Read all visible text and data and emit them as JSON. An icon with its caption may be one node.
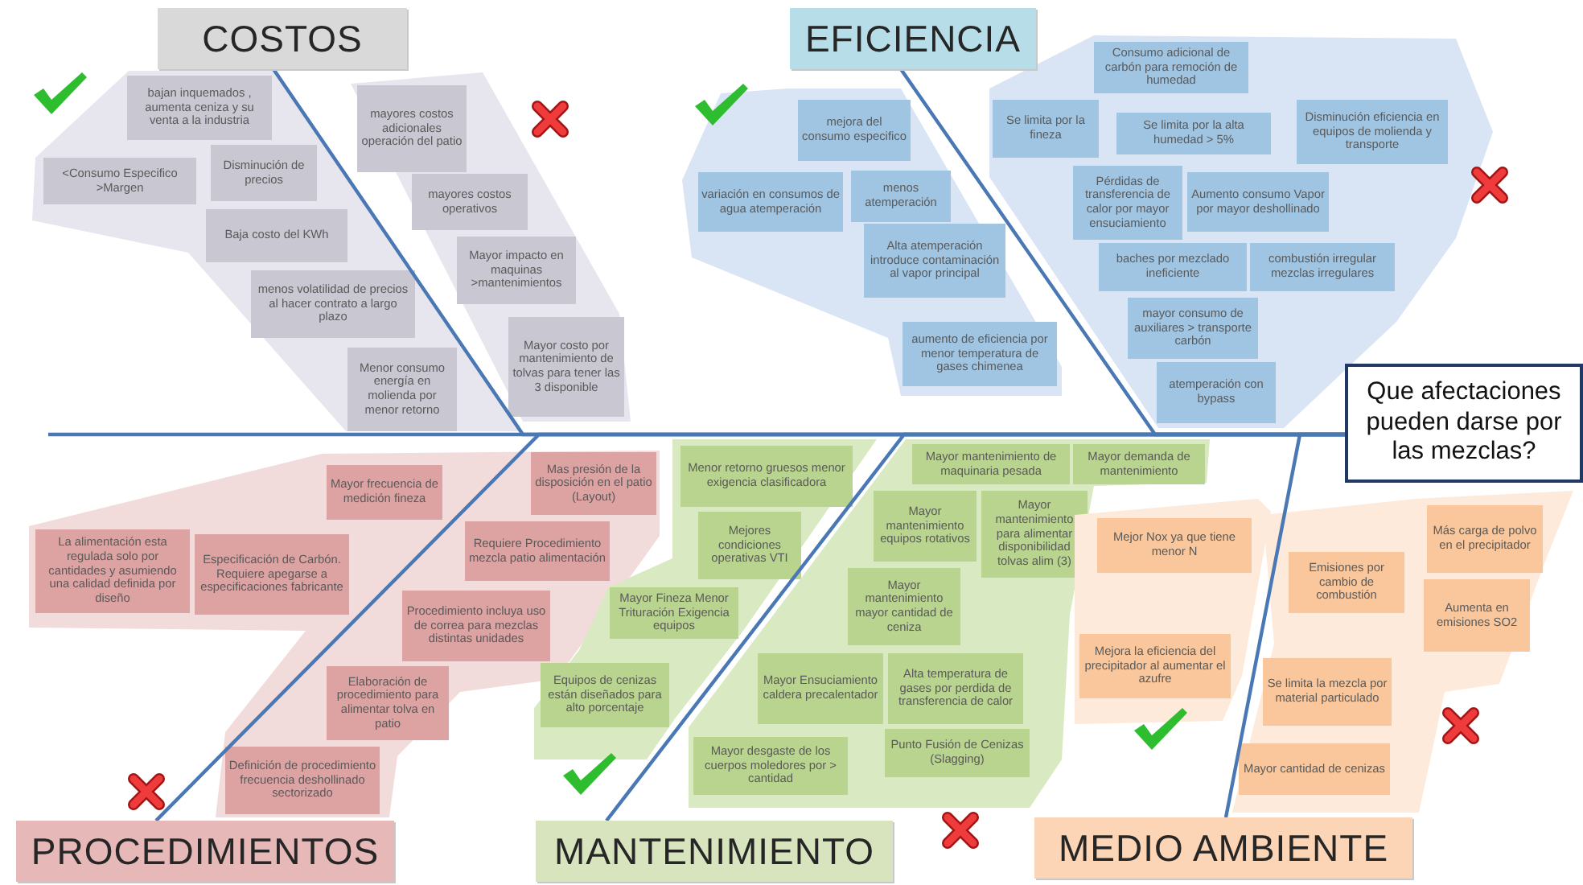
{
  "diagram": {
    "nodes": [
      {
        "text": [
          "COSTOS"
        ]
      },
      {
        "text": [
          "EFICIENCIA"
        ]
      },
      {
        "text": [
          "PROCEDIMIENTOS"
        ]
      },
      {
        "text": [
          "MANTENIMIENTO"
        ]
      },
      {
        "text": [
          "MEDIO AMBIENTE"
        ]
      },
      {
        "text": [
          "Que afectaciones pueden darse por las mezclas?"
        ]
      },
      {
        "text": [],
        "shape": "polygon"
      },
      {
        "text": [],
        "shape": "polygon"
      },
      {
        "text": [],
        "shape": "polygon"
      },
      {
        "text": [],
        "shape": "polygon"
      },
      {
        "text": [],
        "shape": "polygon"
      },
      {
        "text": [],
        "shape": "polygon"
      },
      {
        "text": [],
        "shape": "polygon"
      },
      {
        "text": [],
        "shape": "polygon"
      },
      {
        "text": [],
        "shape": "polygon"
      },
      {
        "text": [
          "bajan inquemados , aumenta ceniza y su venta a la industria"
        ],
        "in": 6
      },
      {
        "text": [
          "<Consumo Especifico >Margen"
        ],
        "in": 6
      },
      {
        "text": [
          "Disminución de precios"
        ],
        "in": 6
      },
      {
        "text": [
          "Baja costo del KWh"
        ],
        "in": 6
      },
      {
        "text": [
          "menos volatilidad de precios al hacer contrato a largo plazo"
        ],
        "in": 6
      },
      {
        "text": [
          "Menor consumo energía en molienda por menor retorno"
        ],
        "in": 6
      },
      {
        "text": [
          "mayores costos adicionales operación del patio"
        ],
        "in": 7
      },
      {
        "text": [
          "mayores costos operativos"
        ],
        "in": 7
      },
      {
        "text": [
          "Mayor impacto en maquinas >mantenimientos"
        ],
        "in": 7
      },
      {
        "text": [
          "Mayor costo por mantenimiento de tolvas para tener las 3 disponible"
        ],
        "in": 7
      },
      {
        "text": [
          "mejora del consumo especifico"
        ],
        "in": 8
      },
      {
        "text": [
          "variación en consumos de agua atemperación"
        ],
        "in": 8
      },
      {
        "text": [
          "menos atemperación"
        ],
        "in": 8
      },
      {
        "text": [
          "Alta atemperación introduce contaminación al vapor principal"
        ],
        "in": 8
      },
      {
        "text": [
          "aumento de eficiencia por menor temperatura de gases chimenea"
        ],
        "in": 8
      },
      {
        "text": [
          "Consumo adicional de carbón para remoción de humedad"
        ],
        "in": 9
      },
      {
        "text": [
          "Se limita por la fineza"
        ],
        "in": 9
      },
      {
        "text": [
          "Se limita por la alta humedad > 5%"
        ],
        "in": 9
      },
      {
        "text": [
          "Disminución eficiencia en equipos de molienda y transporte"
        ],
        "in": 9
      },
      {
        "text": [
          "Pérdidas de transferencia de calor por mayor ensuciamiento"
        ],
        "in": 9
      },
      {
        "text": [
          "Aumento consumo Vapor por mayor deshollinado"
        ],
        "in": 9
      },
      {
        "text": [
          "baches por mezclado ineficiente"
        ],
        "in": 9
      },
      {
        "text": [
          "combustión irregular mezclas irregulares"
        ],
        "in": 9
      },
      {
        "text": [
          "mayor consumo de auxiliares > transporte carbón"
        ],
        "in": 9
      },
      {
        "text": [
          "atemperación con bypass"
        ],
        "in": 9
      },
      {
        "text": [
          "Mayor frecuencia de medición fineza"
        ],
        "in": 10
      },
      {
        "text": [
          "La alimentación esta regulada solo por cantidades y asumiendo una calidad definida por diseño"
        ],
        "in": 10
      },
      {
        "text": [
          "Especificación de Carbón. Requiere apegarse a especificaciones fabricante"
        ],
        "in": 10
      },
      {
        "text": [
          "Mas presión de la disposición en el patio (Layout)"
        ],
        "in": 10
      },
      {
        "text": [
          "Requiere Procedimiento mezcla patio alimentación"
        ],
        "in": 10
      },
      {
        "text": [
          "Procedimiento incluya uso de correa para mezclas distintas unidades"
        ],
        "in": 10
      },
      {
        "text": [
          "Elaboración de procedimiento para alimentar tolva en patio"
        ],
        "in": 10
      },
      {
        "text": [
          "Definición de procedimiento frecuencia deshollinado sectorizado"
        ],
        "in": 10
      },
      {
        "text": [
          "Menor retorno gruesos menor exigencia clasificadora"
        ],
        "in": 11
      },
      {
        "text": [
          "Mejores condiciones operativas VTI"
        ],
        "in": 11
      },
      {
        "text": [
          "Mayor Fineza Menor Trituración Exigencia equipos"
        ],
        "in": 11
      },
      {
        "text": [
          "Equipos de cenizas están diseñados para alto porcentaje"
        ],
        "in": 11
      },
      {
        "text": [
          "Mayor mantenimiento de maquinaria pesada"
        ],
        "in": 12
      },
      {
        "text": [
          "Mayor demanda de mantenimiento"
        ],
        "in": 12
      },
      {
        "text": [
          "Mayor mantenimiento equipos rotativos"
        ],
        "in": 12
      },
      {
        "text": [
          "Mayor mantenimiento para alimentar disponibilidad tolvas alim (3)"
        ],
        "in": 12
      },
      {
        "text": [
          "Mayor mantenimiento mayor cantidad de ceniza"
        ],
        "in": 12
      },
      {
        "text": [
          "Mayor Ensuciamiento caldera precalentador"
        ],
        "in": 12
      },
      {
        "text": [
          "Alta temperatura de gases por perdida de transferencia de calor"
        ],
        "in": 12
      },
      {
        "text": [
          "Mayor desgaste de los cuerpos moledores por > cantidad"
        ],
        "in": 12
      },
      {
        "text": [
          "Punto Fusión de Cenizas (Slagging)"
        ],
        "in": 12
      },
      {
        "text": [
          "Mejor Nox ya que tiene menor N"
        ],
        "in": 13
      },
      {
        "text": [
          "Mejora la eficiencia del precipitador al aumentar el azufre"
        ],
        "in": 13
      },
      {
        "text": [
          "Más carga de polvo en el precipitador"
        ],
        "in": 14
      },
      {
        "text": [
          "Emisiones por cambio de combustión"
        ],
        "in": 14
      },
      {
        "text": [
          "Aumenta en emisiones SO2"
        ],
        "in": 14
      },
      {
        "text": [
          "Se limita la mezcla por material particulado"
        ],
        "in": 14
      },
      {
        "text": [
          "Mayor cantidad de cenizas"
        ],
        "in": 14
      }
    ],
    "edges": [
      {
        "from": null,
        "to": 5,
        "arrow": "none"
      },
      {
        "from": 0,
        "to": 5,
        "arrow": "none"
      },
      {
        "from": 1,
        "to": 5,
        "arrow": "none"
      },
      {
        "from": 2,
        "to": 5,
        "arrow": "none"
      },
      {
        "from": 3,
        "to": 5,
        "arrow": "none"
      },
      {
        "from": 4,
        "to": 5,
        "arrow": "none"
      }
    ]
  }
}
